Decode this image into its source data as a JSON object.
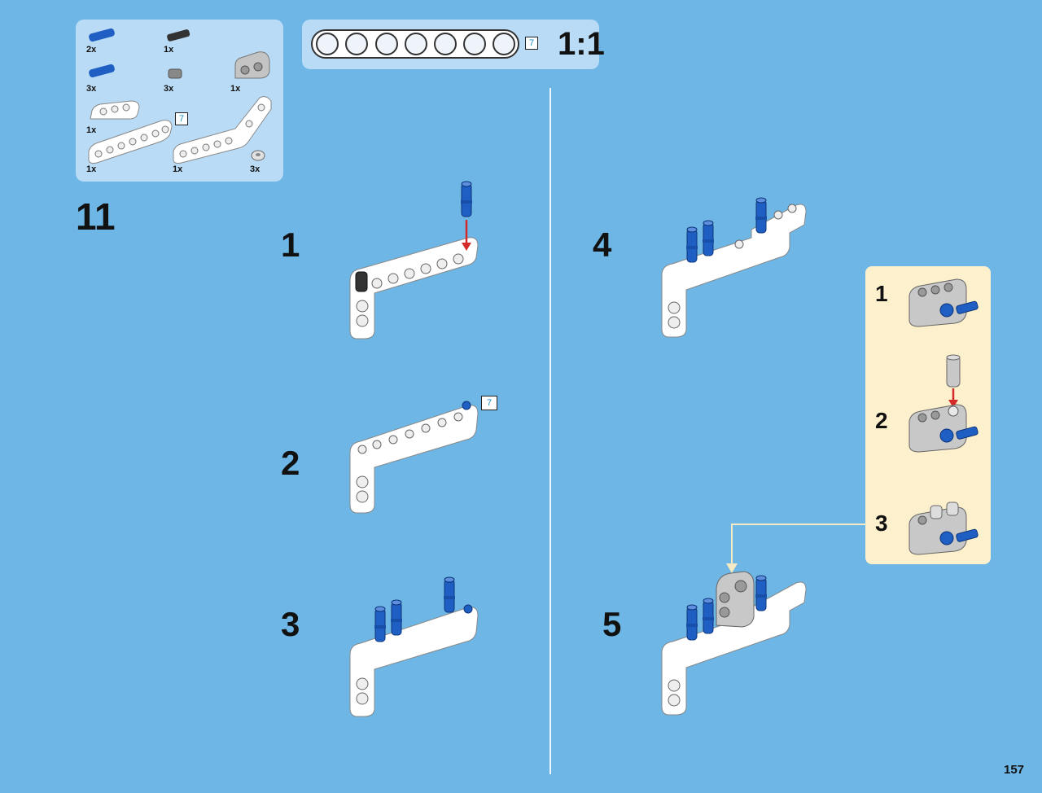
{
  "parts_list": {
    "items": [
      {
        "qty": "2x",
        "icon": "blue-pin-icon"
      },
      {
        "qty": "1x",
        "icon": "black-pin-icon"
      },
      {
        "qty": "3x",
        "icon": "blue-axle-pin-icon"
      },
      {
        "qty": "3x",
        "icon": "gray-bush-icon"
      },
      {
        "qty": "1x",
        "icon": "gray-connector-icon"
      },
      {
        "qty": "1x",
        "icon": "white-beam-3-icon"
      },
      {
        "qty": "1x",
        "icon": "white-beam-7-icon"
      },
      {
        "qty": "1x",
        "icon": "white-bent-beam-icon"
      },
      {
        "qty": "3x",
        "icon": "half-bush-icon"
      }
    ],
    "length_label": "7"
  },
  "scale_panel": {
    "length_label": "7",
    "scale_text": "1:1"
  },
  "main_step": "11",
  "steps": [
    {
      "number": "1"
    },
    {
      "number": "2",
      "length_label": "7"
    },
    {
      "number": "3"
    },
    {
      "number": "4"
    },
    {
      "number": "5"
    }
  ],
  "sub_assembly": {
    "steps": [
      "1",
      "2",
      "3"
    ]
  },
  "page_number": "157",
  "colors": {
    "background": "#6db6e5",
    "panel": "#b9dbf5",
    "callout": "#fdf0cc",
    "blue_part": "#1f5fc4"
  }
}
